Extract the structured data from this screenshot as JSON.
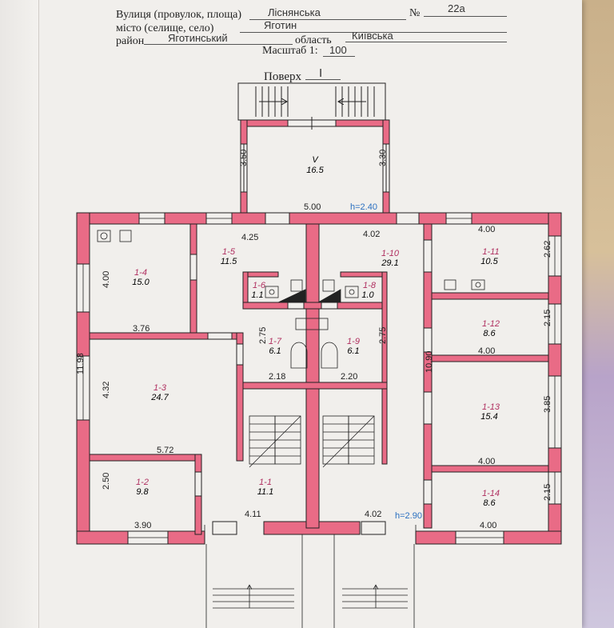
{
  "header": {
    "street_label": "Вулиця (провулок, площа)",
    "street_value": "Ліснянська",
    "number_label": "№",
    "number_value": "22а",
    "city_label": "місто (селище, село)",
    "city_value": "Яготин",
    "district_label": "район",
    "district_value": "Яготинський",
    "region_label": "область",
    "region_value": "Київська",
    "scale_label": "Масштаб 1:",
    "scale_value": "100",
    "floor_label": "Поверх",
    "floor_value": "I"
  },
  "rooms": [
    {
      "id": "v",
      "number": "V",
      "area": "16.5"
    },
    {
      "id": "1-4",
      "number": "1-4",
      "area": "15.0"
    },
    {
      "id": "1-5",
      "number": "1-5",
      "area": "11.5"
    },
    {
      "id": "1-6",
      "number": "1-6",
      "area": "1.1"
    },
    {
      "id": "1-7",
      "number": "1-7",
      "area": "6.1"
    },
    {
      "id": "1-8",
      "number": "1-8",
      "area": "1.0"
    },
    {
      "id": "1-9",
      "number": "1-9",
      "area": "6.1"
    },
    {
      "id": "1-10",
      "number": "1-10",
      "area": "29.1"
    },
    {
      "id": "1-11",
      "number": "1-11",
      "area": "10.5"
    },
    {
      "id": "1-12",
      "number": "1-12",
      "area": "8.6"
    },
    {
      "id": "1-3",
      "number": "1-3",
      "area": "24.7"
    },
    {
      "id": "1-13",
      "number": "1-13",
      "area": "15.4"
    },
    {
      "id": "1-2",
      "number": "1-2",
      "area": "9.8"
    },
    {
      "id": "1-1",
      "number": "1-1",
      "area": "11.1"
    },
    {
      "id": "1-14",
      "number": "1-14",
      "area": "8.6"
    }
  ],
  "dimensions": {
    "veranda_left": "3.50",
    "veranda_right": "3.30",
    "veranda_width": "5.00",
    "height_top": "h=2.40",
    "height_bottom": "h=2.90",
    "r15_width": "4.25",
    "r110_width": "4.02",
    "r111_width": "4.00",
    "r14_height": "4.00",
    "r111_height": "2.62",
    "r14_width": "3.76",
    "r112_height": "2.15",
    "r112_width": "4.00",
    "r17_height": "2.75",
    "r19_height": "2.75",
    "r17_width": "2.18",
    "r19_width": "2.20",
    "total_height": "11.98",
    "r13_height": "4.32",
    "right_height": "10.90",
    "r113_height": "3.85",
    "r13_width": "5.72",
    "r113_width": "4.00",
    "r12_height": "2.50",
    "r114_height": "2.15",
    "r11_left_width": "4.11",
    "r11_right_width": "4.02",
    "r12_width": "3.90",
    "r114_width": "4.00"
  },
  "colors": {
    "wall": "#e96b86",
    "line": "#222222",
    "dim_text": "#222222",
    "room_number": "#b03060",
    "height_text": "#2a6fc0"
  }
}
